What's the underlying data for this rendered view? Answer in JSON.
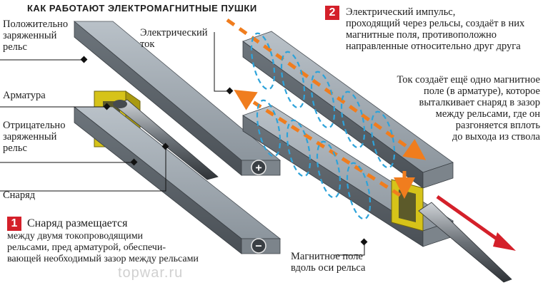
{
  "title": "КАК РАБОТАЮТ ЭЛЕКТРОМАГНИТНЫЕ ПУШКИ",
  "labels": {
    "positive_rail": "Положительно\nзаряженный\nрельс",
    "armature": "Арматура",
    "negative_rail": "Отрицательно\nзаряженный\nрельс",
    "projectile": "Снаряд",
    "electric_current": "Электрический\nток",
    "magnetic_field": "Магнитное поле\nвдоль оси рельса"
  },
  "step1": {
    "number": "1",
    "lead": "Снаряд размещается",
    "text": "между двумя токопроводящими\nрельсами, пред арматурой, обеспечи-\nвающей необходимый зазор между рельсами"
  },
  "step2": {
    "number": "2",
    "text": "Электрический импульс,\nпроходящий через рельсы, создаёт в них\nмагнитные поля, противоположно\nнаправленные относительно друг друга"
  },
  "step3": {
    "text": "Ток создаёт ещё одно магнитное\nполе (в арматуре), которое\nвыталкивает снаряд в зазор\nмежду рельсами, где он\nразгоняется вплоть\nдо выхода  из ствола"
  },
  "symbols": {
    "plus": "+",
    "minus": "−"
  },
  "watermark": "topwar.ru",
  "colors": {
    "rail": "#9aa3ab",
    "armature": "#d6c319",
    "current": "#f07d1e",
    "field": "#2ea3da",
    "badge": "#d4202a",
    "exit_arrow": "#d4202a"
  }
}
